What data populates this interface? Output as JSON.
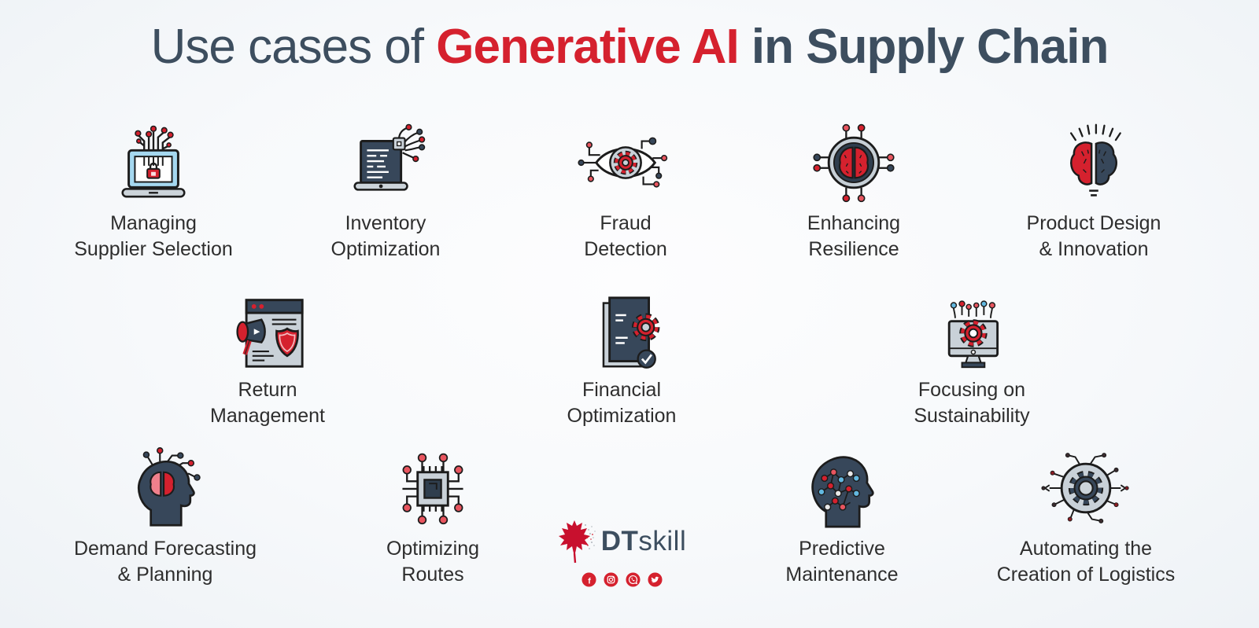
{
  "title": {
    "prefix": "Use cases of ",
    "highlight": "Generative AI",
    "suffix": " in Supply Chain"
  },
  "colors": {
    "accent_red": "#d5212e",
    "title_dark": "#3d4e5f",
    "label_dark": "#2e2e2e",
    "icon_navy": "#37475a",
    "icon_light_gray": "#c9d1d8",
    "icon_light_blue": "#a5d8f0",
    "dot_blue": "#62b8e0"
  },
  "use_cases": [
    {
      "line1": "Managing",
      "line2": "Supplier Selection",
      "icon": "laptop-lock-circuit-icon"
    },
    {
      "line1": "Inventory",
      "line2": "Optimization",
      "icon": "laptop-data-wires-icon"
    },
    {
      "line1": "Fraud",
      "line2": "Detection",
      "icon": "eye-gear-circuit-icon"
    },
    {
      "line1": "Enhancing",
      "line2": "Resilience",
      "icon": "brain-chip-circle-icon"
    },
    {
      "line1": "Product Design",
      "line2": "& Innovation",
      "icon": "split-brain-idea-icon"
    },
    {
      "line1": "Return",
      "line2": "Management",
      "icon": "window-megaphone-shield-icon"
    },
    {
      "line1": "Financial",
      "line2": "Optimization",
      "icon": "document-gear-check-icon"
    },
    {
      "line1": "Focusing on",
      "line2": "Sustainability",
      "icon": "monitor-gear-sprouts-icon"
    },
    {
      "line1": "Demand Forecasting",
      "line2": "& Planning",
      "icon": "head-brain-circuit-icon"
    },
    {
      "line1": "Optimizing",
      "line2": "Routes",
      "icon": "chip-circuit-icon"
    },
    {
      "line1": "Predictive",
      "line2": "Maintenance",
      "icon": "head-network-icon"
    },
    {
      "line1": "Automating the",
      "line2": "Creation of Logistics",
      "icon": "gear-circle-circuit-icon"
    }
  ],
  "logo": {
    "brand_bold": "DT",
    "brand_light": "skill",
    "mark": "maple-leaf-icon",
    "social_icons": [
      "facebook",
      "instagram",
      "whatsapp",
      "twitter"
    ]
  }
}
